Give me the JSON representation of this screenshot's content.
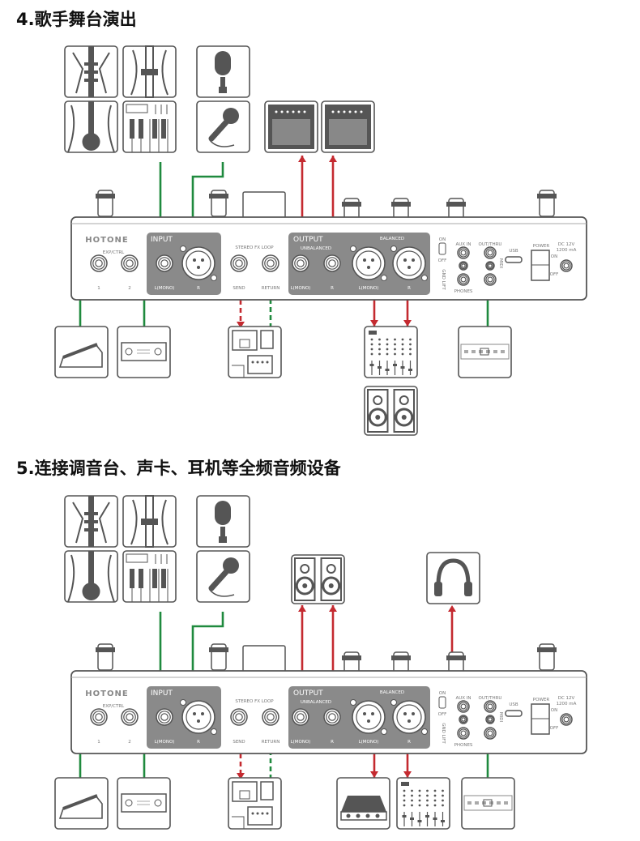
{
  "sections": [
    {
      "title": "4.歌手舞台演出"
    },
    {
      "title": "5.连接调音台、声卡、耳机等全频音频设备"
    }
  ],
  "panel": {
    "brand": "HOTONE",
    "exp_ctrl": "EXP/CTRL",
    "exp1": "1",
    "exp2": "2",
    "input": "INPUT",
    "input_l": "L(MONO)",
    "input_r": "R",
    "fx_loop": "STEREO FX LOOP",
    "send": "SEND",
    "return": "RETURN",
    "output": "OUTPUT",
    "unbalanced": "UNBALANCED",
    "out_l": "L(MONO)",
    "out_r": "R",
    "balanced": "BALANCED",
    "bal_l": "L(MONO)",
    "bal_r": "R",
    "gnd_on": "ON",
    "gnd_off": "OFF",
    "gnd_lift": "GND LIFT",
    "aux_in": "AUX IN",
    "phones": "PHONES",
    "out_thru": "OUT/THRU",
    "midi": "MIDI",
    "usb": "USB",
    "power": "POWER",
    "power_on": "ON",
    "power_off": "OFF",
    "dc": "DC 12V",
    "dc_current": "1200 mA"
  },
  "colors": {
    "send_line": "#c42a30",
    "receive_line": "#1f8a3e",
    "panel_box": "#8a8a8a"
  }
}
